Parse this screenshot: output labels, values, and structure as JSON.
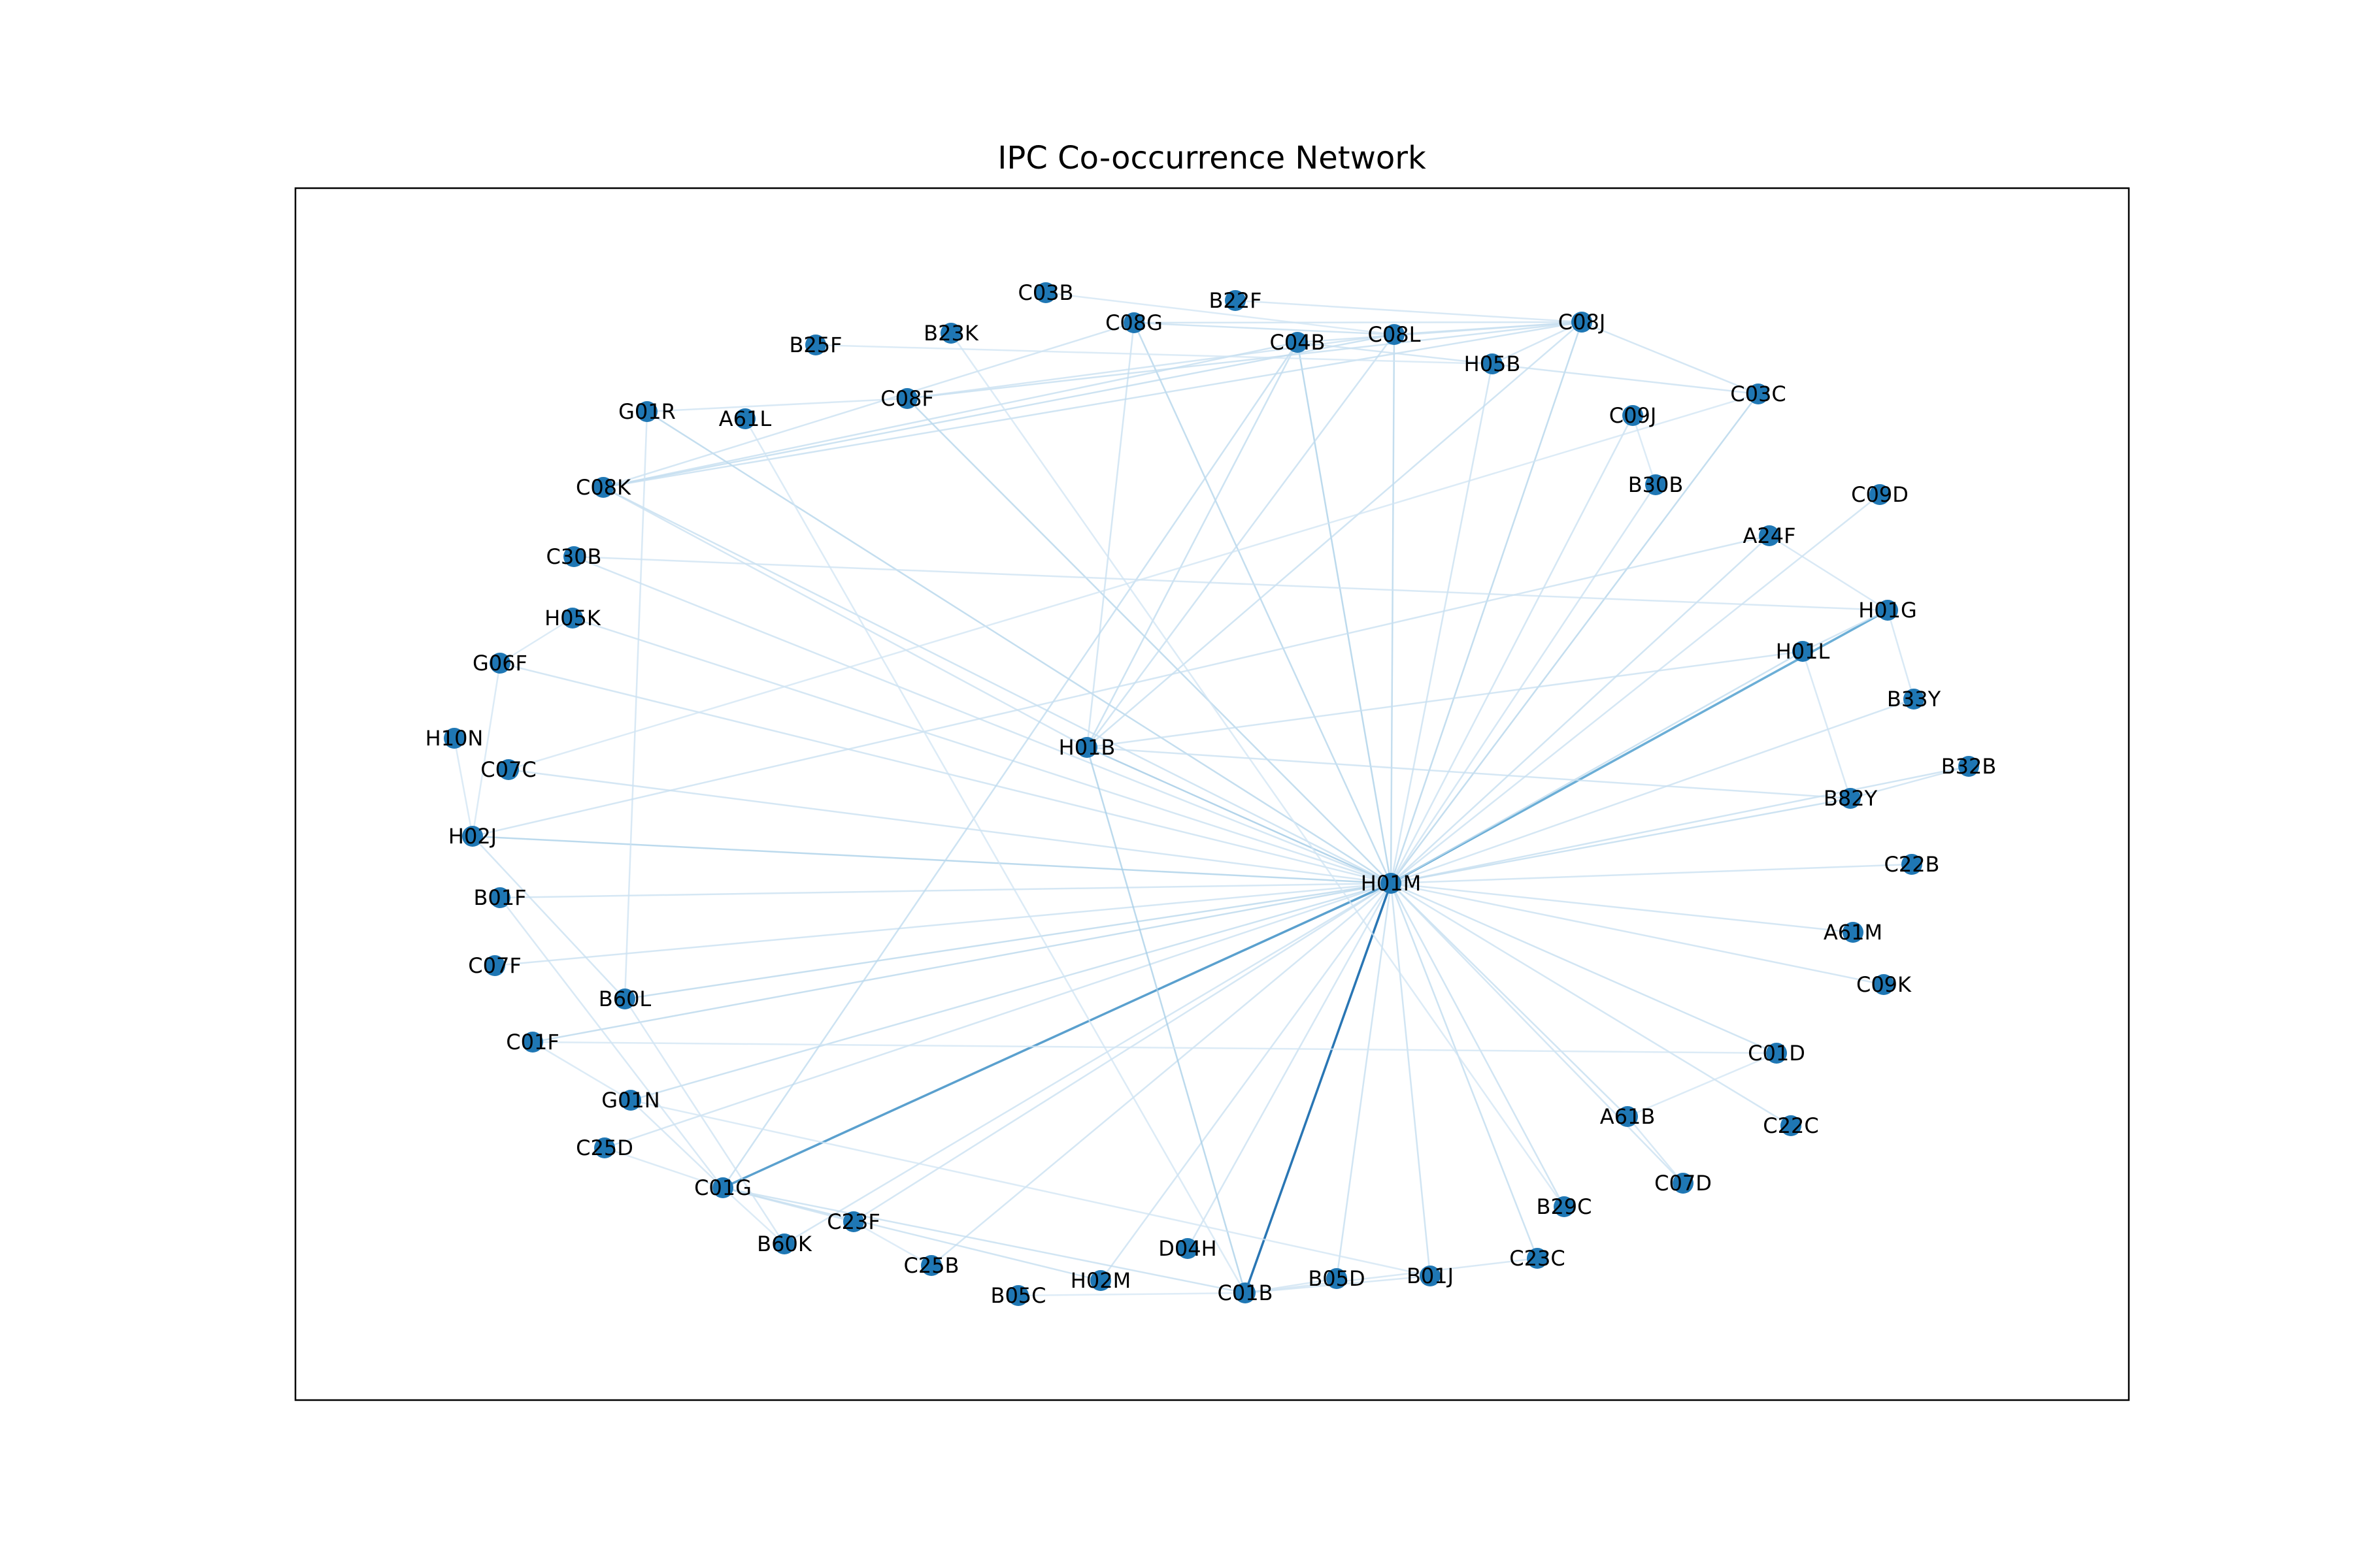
{
  "title": "IPC Co-occurrence Network",
  "colors": {
    "node": "#1f77b4",
    "edge_light": "#dbe9f6",
    "edge_mid": "#6baed6",
    "edge_dark": "#1f6fb0",
    "frame": "#000000"
  },
  "nodes": [
    "C03B",
    "B22F",
    "C08G",
    "B23K",
    "C04B",
    "C08L",
    "C08J",
    "B25F",
    "H05B",
    "C03C",
    "C08F",
    "C09J",
    "G01R",
    "A61L",
    "C08K",
    "B30B",
    "C09D",
    "A24F",
    "C30B",
    "H05K",
    "H01G",
    "G06F",
    "H01L",
    "B33Y",
    "H10N",
    "C07C",
    "H01B",
    "B32B",
    "B82Y",
    "H02J",
    "H01M",
    "C22B",
    "B01F",
    "A61M",
    "C07F",
    "C09K",
    "B60L",
    "C01F",
    "C01D",
    "G01N",
    "A61B",
    "C22C",
    "C25D",
    "C01G",
    "C07D",
    "B29C",
    "C23F",
    "B60K",
    "D04H",
    "C23C",
    "C25B",
    "H02M",
    "B05D",
    "B01J",
    "C01B",
    "B05C"
  ],
  "edges": [
    [
      "H01M",
      "C01B",
      0.9
    ],
    [
      "H01M",
      "C01G",
      0.6
    ],
    [
      "H01M",
      "H01G",
      0.5
    ],
    [
      "H01M",
      "H01B",
      0.3
    ],
    [
      "H01M",
      "H02J",
      0.25
    ],
    [
      "H01M",
      "C04B",
      0.25
    ],
    [
      "H01M",
      "C08L",
      0.2
    ],
    [
      "H01M",
      "C08J",
      0.2
    ],
    [
      "H01M",
      "C03C",
      0.2
    ],
    [
      "H01M",
      "C08G",
      0.2
    ],
    [
      "H01M",
      "C08F",
      0.2
    ],
    [
      "H01M",
      "G01R",
      0.2
    ],
    [
      "H01M",
      "B60L",
      0.18
    ],
    [
      "H01M",
      "C01F",
      0.18
    ],
    [
      "H01M",
      "G01N",
      0.15
    ],
    [
      "H01M",
      "B82Y",
      0.15
    ],
    [
      "H01M",
      "B32B",
      0.12
    ],
    [
      "H01M",
      "C23C",
      0.15
    ],
    [
      "H01M",
      "B05D",
      0.12
    ],
    [
      "H01M",
      "B01J",
      0.12
    ],
    [
      "H01M",
      "A61B",
      0.12
    ],
    [
      "H01M",
      "B29C",
      0.12
    ],
    [
      "H01M",
      "C01D",
      0.12
    ],
    [
      "H01M",
      "C09K",
      0.1
    ],
    [
      "H01M",
      "A61M",
      0.1
    ],
    [
      "H01M",
      "C22B",
      0.1
    ],
    [
      "H01M",
      "H01L",
      0.15
    ],
    [
      "H01M",
      "A24F",
      0.12
    ],
    [
      "H01M",
      "B30B",
      0.1
    ],
    [
      "H01M",
      "C09J",
      0.1
    ],
    [
      "H01M",
      "H05B",
      0.1
    ],
    [
      "H01M",
      "C08K",
      0.12
    ],
    [
      "H01M",
      "C30B",
      0.1
    ],
    [
      "H01M",
      "H05K",
      0.1
    ],
    [
      "H01M",
      "G06F",
      0.1
    ],
    [
      "H01M",
      "C07C",
      0.1
    ],
    [
      "H01M",
      "B01F",
      0.1
    ],
    [
      "H01M",
      "C07F",
      0.1
    ],
    [
      "H01M",
      "C25D",
      0.1
    ],
    [
      "H01M",
      "C23F",
      0.1
    ],
    [
      "H01M",
      "H02M",
      0.1
    ],
    [
      "H01M",
      "D04H",
      0.1
    ],
    [
      "H01M",
      "B60K",
      0.1
    ],
    [
      "H01M",
      "C25B",
      0.1
    ],
    [
      "H01M",
      "C22C",
      0.1
    ],
    [
      "H01M",
      "C07D",
      0.1
    ],
    [
      "H01M",
      "B33Y",
      0.1
    ],
    [
      "H01M",
      "C09D",
      0.1
    ],
    [
      "H01B",
      "C01B",
      0.25
    ],
    [
      "H01B",
      "C04B",
      0.15
    ],
    [
      "H01B",
      "C08L",
      0.12
    ],
    [
      "H01B",
      "C08K",
      0.1
    ],
    [
      "H01B",
      "C08J",
      0.12
    ],
    [
      "H01B",
      "C08G",
      0.1
    ],
    [
      "H01B",
      "H01L",
      0.1
    ],
    [
      "H01B",
      "B82Y",
      0.1
    ],
    [
      "C01G",
      "C04B",
      0.15
    ],
    [
      "C01G",
      "C23F",
      0.1
    ],
    [
      "C01G",
      "H02M",
      0.12
    ],
    [
      "C01G",
      "C01B",
      0.12
    ],
    [
      "C08K",
      "C08L",
      0.15
    ],
    [
      "C08K",
      "C08J",
      0.12
    ],
    [
      "C08K",
      "C04B",
      0.12
    ],
    [
      "C08K",
      "C08G",
      0.1
    ],
    [
      "C08L",
      "C08G",
      0.12
    ],
    [
      "C08L",
      "C08J",
      0.12
    ],
    [
      "C08F",
      "C08J",
      0.12
    ],
    [
      "C08F",
      "C08L",
      0.1
    ],
    [
      "C08G",
      "C08J",
      0.1
    ],
    [
      "C04B",
      "C08J",
      0.1
    ],
    [
      "C04B",
      "C03C",
      0.1
    ],
    [
      "H05B",
      "C08J",
      0.1
    ],
    [
      "C03C",
      "C08J",
      0.1
    ],
    [
      "H01G",
      "H01L",
      0.1
    ],
    [
      "H01G",
      "B33Y",
      0.08
    ],
    [
      "H01G",
      "A24F",
      0.08
    ],
    [
      "B82Y",
      "B32B",
      0.1
    ],
    [
      "B82Y",
      "H01L",
      0.08
    ],
    [
      "G01R",
      "B60L",
      0.08
    ],
    [
      "G01R",
      "C08F",
      0.08
    ],
    [
      "H02J",
      "B60L",
      0.1
    ],
    [
      "H02J",
      "A24F",
      0.1
    ],
    [
      "B60L",
      "B60K",
      0.08
    ],
    [
      "B01F",
      "C01G",
      0.08
    ],
    [
      "G01N",
      "C01G",
      0.08
    ],
    [
      "G01N",
      "B01J",
      0.06
    ],
    [
      "A61B",
      "C07D",
      0.08
    ],
    [
      "A61B",
      "C01D",
      0.06
    ],
    [
      "C01B",
      "B01J",
      0.08
    ],
    [
      "C01B",
      "C23C",
      0.08
    ],
    [
      "C01B",
      "B05D",
      0.08
    ],
    [
      "C01F",
      "C01D",
      0.06
    ],
    [
      "C30B",
      "H01G",
      0.08
    ],
    [
      "H05K",
      "G06F",
      0.06
    ],
    [
      "C07C",
      "C03C",
      0.06
    ],
    [
      "B25F",
      "H05B",
      0.06
    ],
    [
      "B23K",
      "B29C",
      0.06
    ],
    [
      "C03B",
      "C08L",
      0.06
    ],
    [
      "B22F",
      "C08J",
      0.08
    ],
    [
      "A61L",
      "C01B",
      0.06
    ],
    [
      "C09J",
      "B30B",
      0.06
    ],
    [
      "H10N",
      "H02J",
      0.06
    ],
    [
      "C25D",
      "C01G",
      0.06
    ],
    [
      "G06F",
      "H02J",
      0.06
    ],
    [
      "C01F",
      "G01N",
      0.06
    ],
    [
      "B60K",
      "C01G",
      0.06
    ],
    [
      "C23F",
      "C25B",
      0.05
    ],
    [
      "B05C",
      "C01B",
      0.05
    ]
  ]
}
